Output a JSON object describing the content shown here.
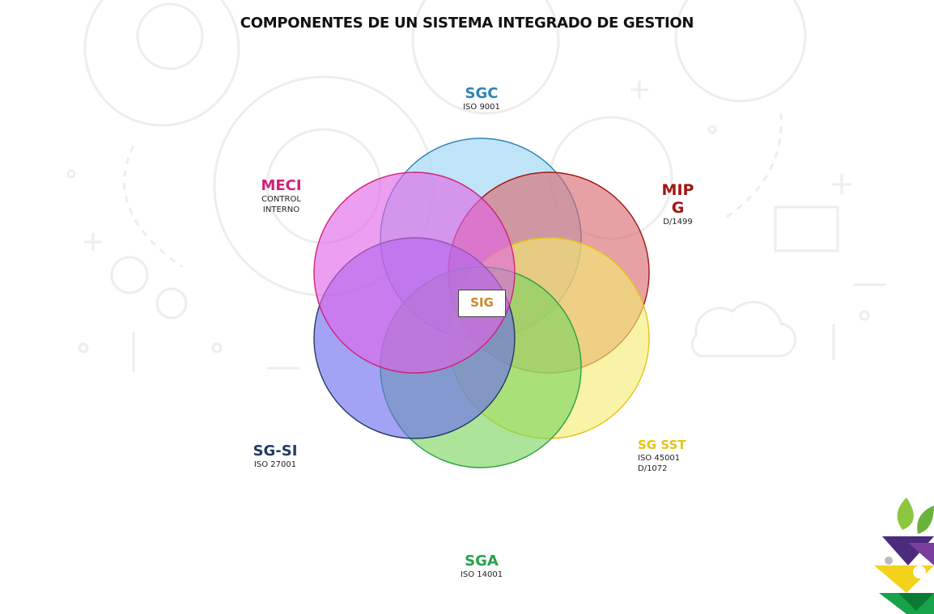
{
  "title": "COMPONENTES DE UN SISTEMA INTEGRADO DE GESTION",
  "center": {
    "label": "SIG",
    "color": "#c8892a"
  },
  "systems": {
    "sgc": {
      "name": "SGC",
      "sub": [
        "ISO 9001"
      ],
      "color": "#2d84b8",
      "fill": "#a9dbf5"
    },
    "meci": {
      "name": "MECI",
      "sub": [
        "CONTROL",
        "INTERNO"
      ],
      "color": "#d0217a",
      "fill": "#e064e6"
    },
    "mipg": {
      "name": "MIP\nG",
      "sub": [
        "D/1499"
      ],
      "color": "#a31515",
      "fill": "#d8686c"
    },
    "sgsst": {
      "name": "SG SST",
      "sub": [
        "ISO 45001",
        "D/1072"
      ],
      "color": "#e6c21a",
      "fill": "#f3ec70"
    },
    "sga": {
      "name": "SGA",
      "sub": [
        "ISO 14001"
      ],
      "color": "#27a24a",
      "fill": "#79d35c"
    },
    "sgsi": {
      "name": "SG-SI",
      "sub": [
        "ISO 27001"
      ],
      "color": "#223a63",
      "fill": "#6a6af0"
    }
  }
}
